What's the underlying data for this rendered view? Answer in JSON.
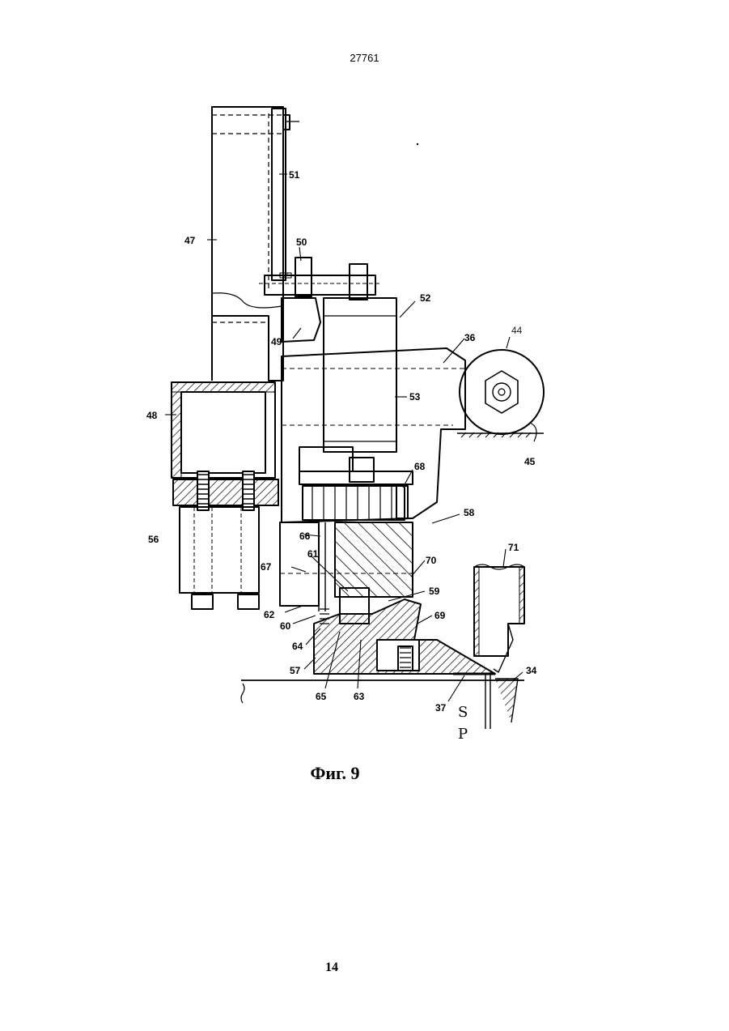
{
  "header": {
    "doc_number": "27761"
  },
  "figure": {
    "caption": "Фиг. 9",
    "labels": {
      "l47": "47",
      "l51": "51",
      "l50": "50",
      "l49": "49",
      "l52": "52",
      "l36": "36",
      "l44": "44",
      "l53": "53",
      "l48": "48",
      "l45": "45",
      "l68": "68",
      "l58": "58",
      "l56": "56",
      "l66": "66",
      "l67": "67",
      "l61": "61",
      "l70": "70",
      "l71": "71",
      "l59": "59",
      "l62": "62",
      "l60": "60",
      "l69": "69",
      "l64": "64",
      "l57": "57",
      "l65": "65",
      "l63": "63",
      "l37": "37",
      "l34": "34",
      "lS": "S",
      "lP": "P"
    }
  },
  "footer": {
    "page_number": "14"
  }
}
